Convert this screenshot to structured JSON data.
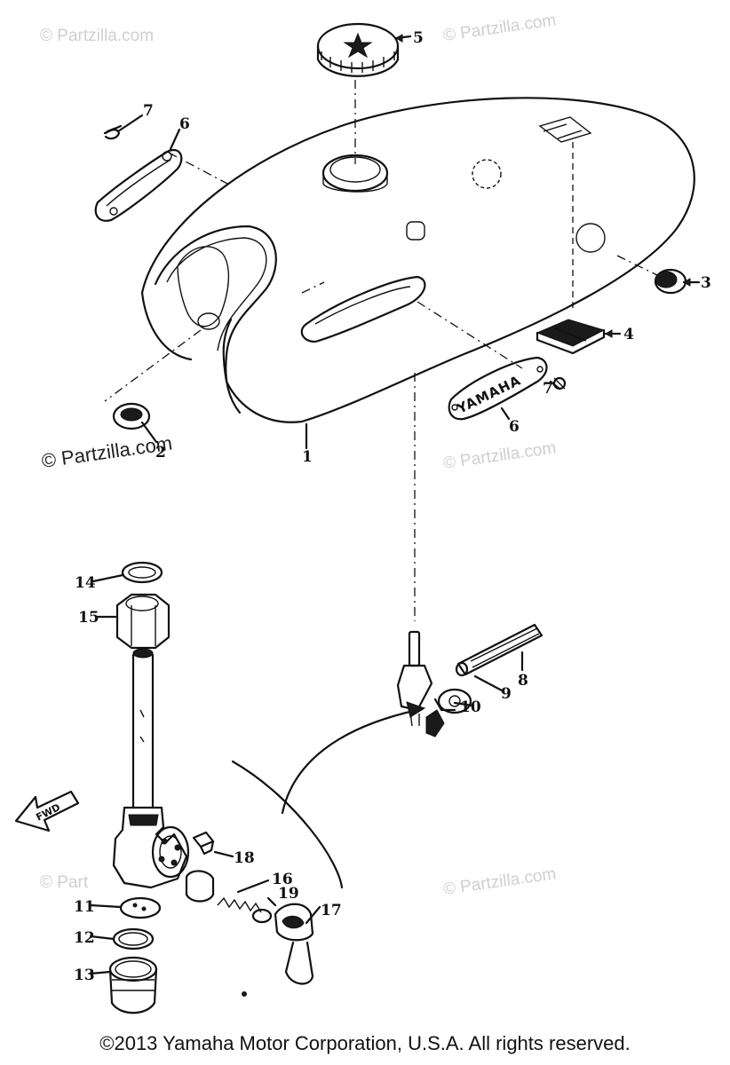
{
  "watermarks": {
    "light": "© Partzilla.com",
    "light_partial": "© Part",
    "dark": "© Partzilla.com"
  },
  "callouts": [
    "1",
    "2",
    "3",
    "4",
    "5",
    "6",
    "6",
    "7",
    "7",
    "8",
    "9",
    "10",
    "11",
    "12",
    "13",
    "14",
    "15",
    "16",
    "17",
    "18",
    "19"
  ],
  "emblem_text": "YAMAHA",
  "direction_marker": "FWD",
  "footer": "©2013 Yamaha Motor Corporation, U.S.A. All rights reserved."
}
